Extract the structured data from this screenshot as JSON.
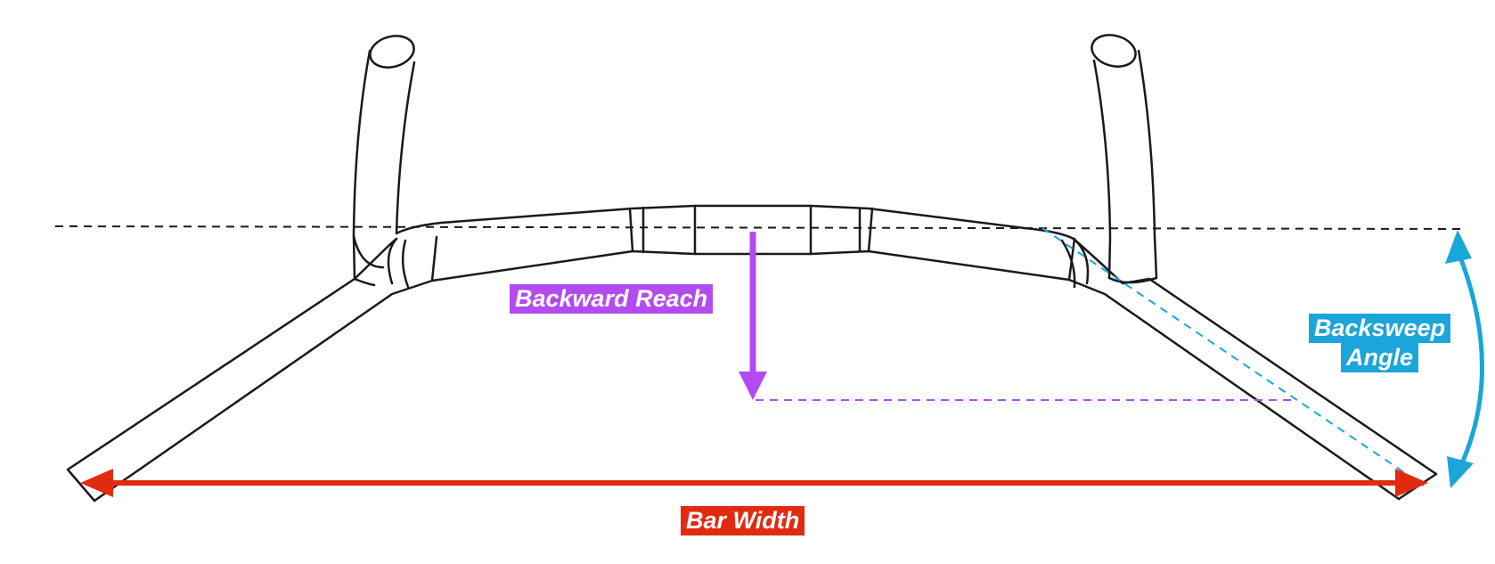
{
  "colors": {
    "outline": "#1a1a1a",
    "reference_line": "#1a1a1a",
    "bar_width": "#e02b10",
    "backward_reach": "#b24cf0",
    "backsweep": "#1aa6d8",
    "label_text": "#ffffff"
  },
  "labels": {
    "backward_reach": "Backward Reach",
    "bar_width": "Bar Width",
    "backsweep_line1": "Backsweep",
    "backsweep_line2": "Angle"
  },
  "icons": [
    "handlebar-drawing",
    "double-arrow",
    "down-arrow",
    "curved-double-arrow"
  ]
}
